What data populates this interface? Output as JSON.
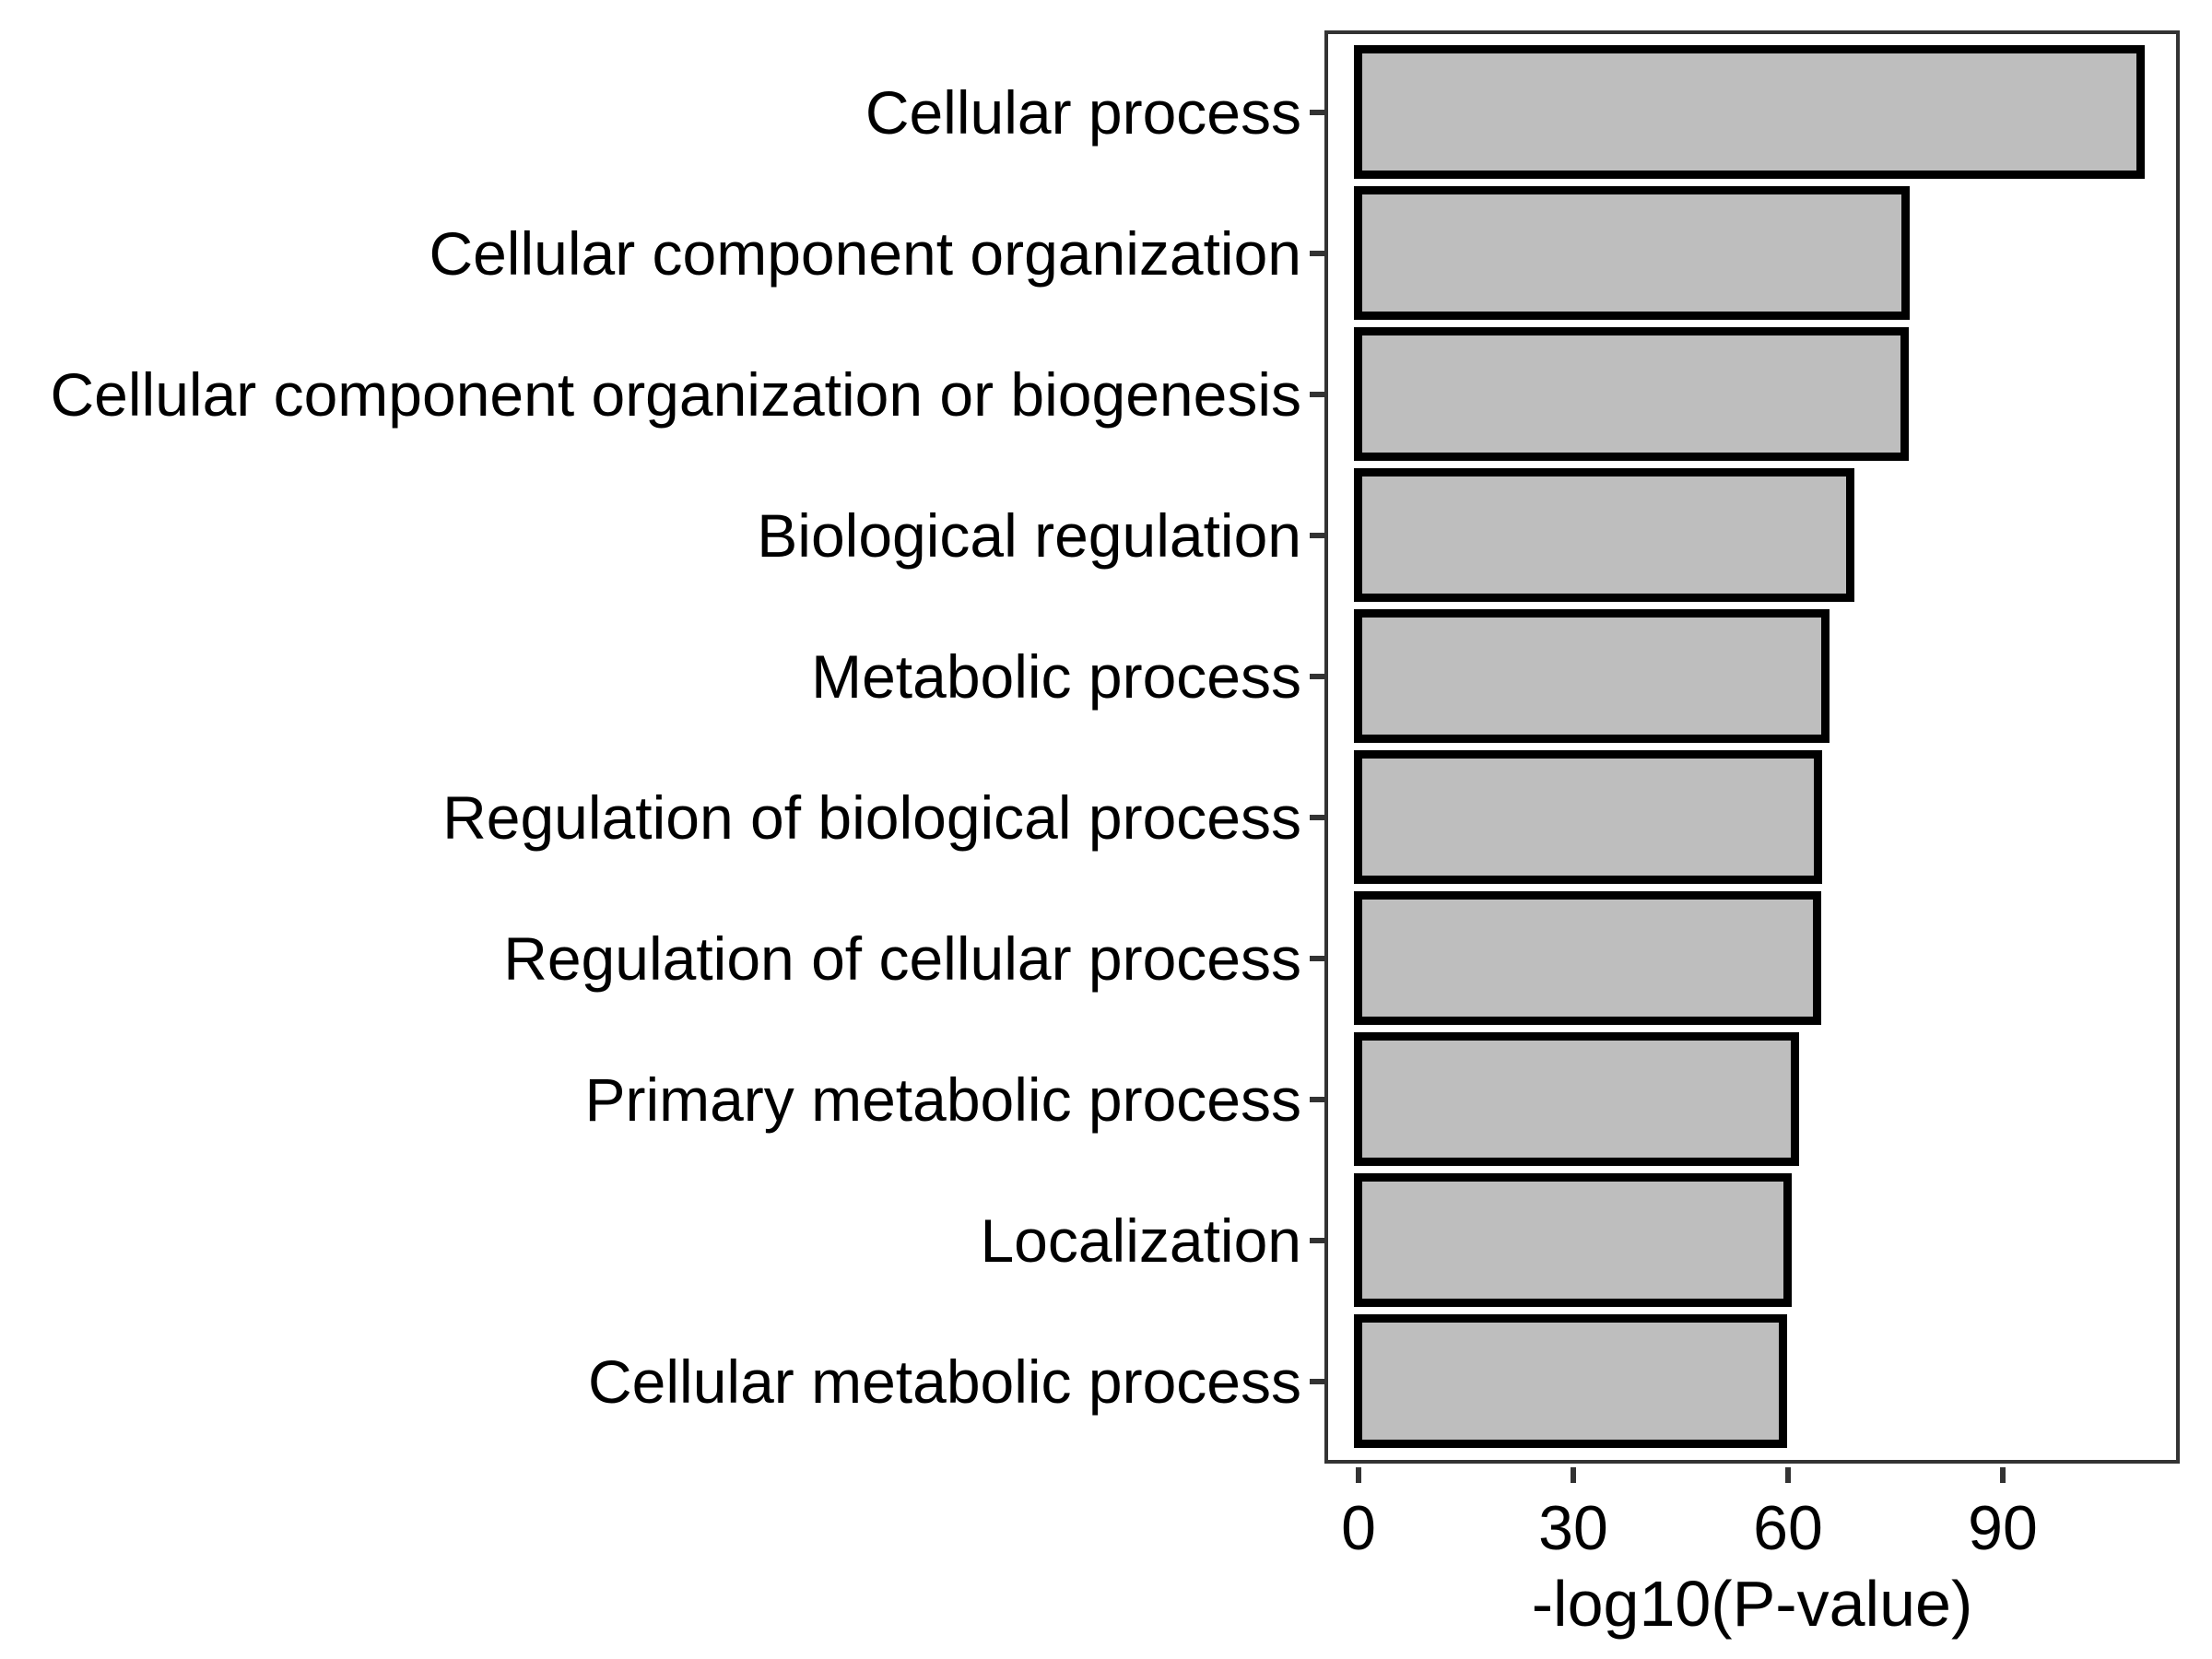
{
  "chart_data": {
    "type": "bar",
    "orientation": "horizontal",
    "title": "",
    "xlabel": "-log10(P-value)",
    "ylabel": "",
    "categories": [
      "Cellular process",
      "Cellular component organization",
      "Cellular component organization or biogenesis",
      "Biological regulation",
      "Metabolic process",
      "Regulation of biological process",
      "Regulation of cellular process",
      "Primary metabolic process",
      "Localization",
      "Cellular metabolic process"
    ],
    "values": [
      109.3,
      76.5,
      76.3,
      68.8,
      65.3,
      64.3,
      64.1,
      61.0,
      60.0,
      59.4
    ],
    "x_ticks": [
      0,
      30,
      60,
      90
    ],
    "xlim": [
      0,
      115
    ],
    "grid": false,
    "legend": false,
    "colors": {
      "bar_fill": "#bebebe",
      "bar_border": "#000000",
      "panel_border": "#333333",
      "tick_color": "#333333",
      "text_color": "#000000",
      "background": "#ffffff"
    }
  }
}
